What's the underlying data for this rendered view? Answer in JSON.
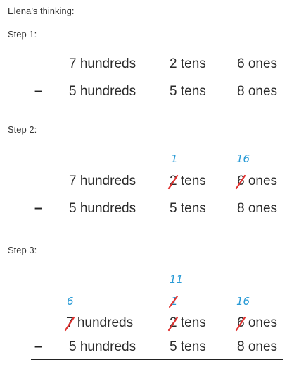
{
  "title": "Elena’s thinking:",
  "steps": [
    {
      "label": "Step 1:",
      "row1": {
        "hundreds": "7 hundreds",
        "tens": "2 tens",
        "ones": "6 ones"
      },
      "row2": {
        "minus": "–",
        "hundreds": "5 hundreds",
        "tens": "5 tens",
        "ones": "8 ones"
      }
    },
    {
      "label": "Step 2:",
      "annotations": {
        "tens": "1",
        "ones": "16"
      },
      "row1": {
        "hundreds": "7 hundreds",
        "tens_digit": "2",
        "tens_word": "tens",
        "ones_digit": "6",
        "ones_word": "ones"
      },
      "row2": {
        "minus": "–",
        "hundreds": "5 hundreds",
        "tens": "5 tens",
        "ones": "8 ones"
      }
    },
    {
      "label": "Step 3:",
      "annotations": {
        "tens_top": "11",
        "tens_mid": "1",
        "hundreds": "6",
        "ones": "16"
      },
      "row1": {
        "hundreds_digit": "7",
        "hundreds_word": "hundreds",
        "tens_digit": "2",
        "tens_word": "tens",
        "ones_digit": "6",
        "ones_word": "ones"
      },
      "row2": {
        "minus": "–",
        "hundreds": "5 hundreds",
        "tens": "5 tens",
        "ones": "8 ones"
      }
    }
  ],
  "colors": {
    "crossout": "#e0312f",
    "annotation": "#2a9bd6"
  }
}
